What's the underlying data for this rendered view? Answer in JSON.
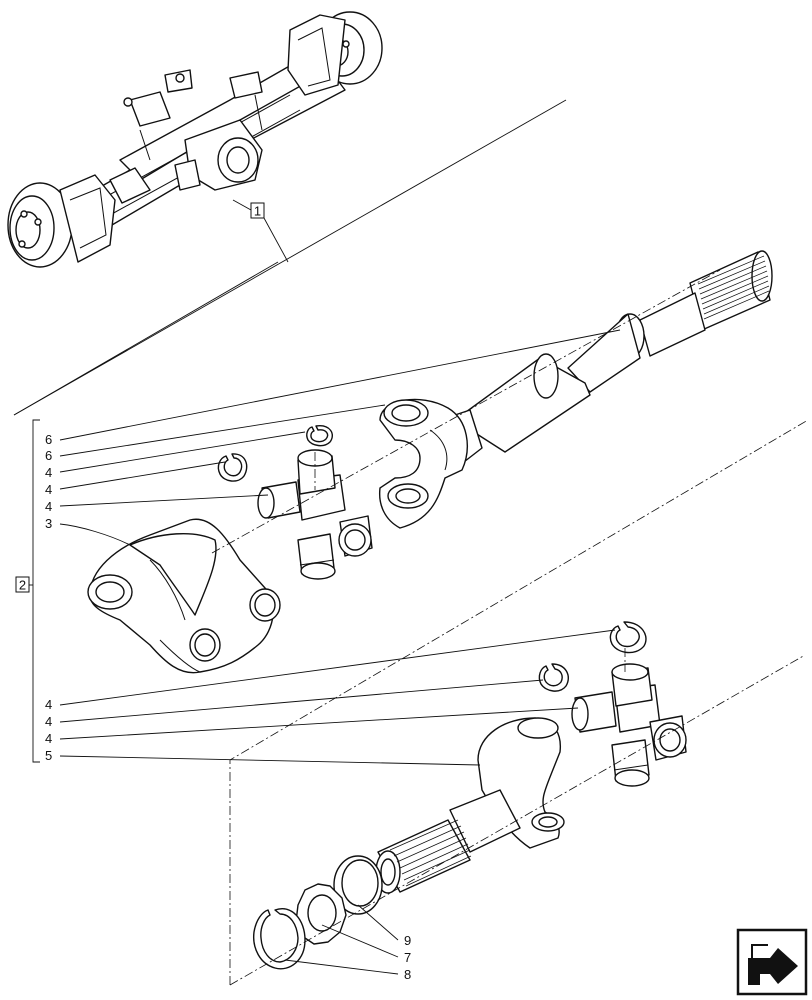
{
  "callouts": {
    "assembly_ref": "1",
    "group_ref": "2"
  },
  "labels": [
    {
      "id": "l1",
      "text": "6"
    },
    {
      "id": "l2",
      "text": "6"
    },
    {
      "id": "l3",
      "text": "4"
    },
    {
      "id": "l4",
      "text": "4"
    },
    {
      "id": "l5",
      "text": "4"
    },
    {
      "id": "l6",
      "text": "3"
    },
    {
      "id": "l7",
      "text": "4"
    },
    {
      "id": "l8",
      "text": "4"
    },
    {
      "id": "l9",
      "text": "4"
    },
    {
      "id": "l10",
      "text": "5"
    },
    {
      "id": "l11",
      "text": "9"
    },
    {
      "id": "l12",
      "text": "7"
    },
    {
      "id": "l13",
      "text": "8"
    }
  ],
  "icons": {
    "nav": "next-page-arrow-icon"
  }
}
